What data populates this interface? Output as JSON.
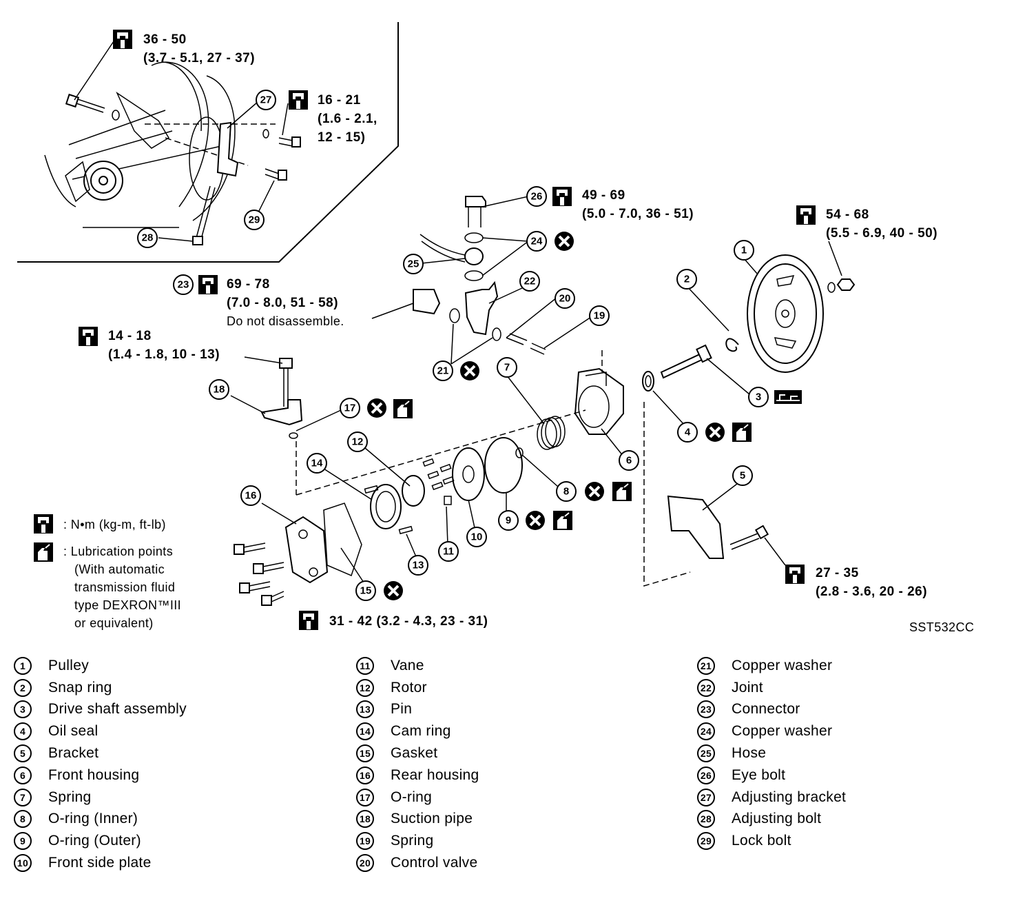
{
  "torque_specs": {
    "t28": {
      "line1": "36 - 50",
      "line2": "(3.7 - 5.1, 27 - 37)"
    },
    "t29": {
      "line1": "16 - 21",
      "line2": "(1.6 - 2.1,",
      "line3": "12 - 15)"
    },
    "t26": {
      "line1": "49 - 69",
      "line2": "(5.0 - 7.0, 36 - 51)"
    },
    "t1": {
      "line1": "54 - 68",
      "line2": "(5.5 - 6.9, 40 - 50)"
    },
    "t23": {
      "line1": "69 - 78",
      "line2": "(7.0 - 8.0, 51 - 58)",
      "note": "Do not disassemble."
    },
    "t18": {
      "line1": "14 - 18",
      "line2": "(1.4 - 1.8, 10 - 13)"
    },
    "t5": {
      "line1": "27 - 35",
      "line2": "(2.8 - 3.6, 20 - 26)"
    },
    "t16": {
      "line1": "31 - 42 (3.2 - 4.3, 23 - 31)"
    }
  },
  "legend": {
    "torque": ": N•m (kg-m, ft-lb)",
    "lube1": ": Lubrication points",
    "lube2": "(With automatic",
    "lube3": "transmission fluid",
    "lube4": "type DEXRON™III",
    "lube5": "or equivalent)"
  },
  "figure_code": "SST532CC",
  "parts": [
    {
      "no": "1",
      "name": "Pulley"
    },
    {
      "no": "2",
      "name": "Snap ring"
    },
    {
      "no": "3",
      "name": "Drive shaft assembly"
    },
    {
      "no": "4",
      "name": "Oil seal"
    },
    {
      "no": "5",
      "name": "Bracket"
    },
    {
      "no": "6",
      "name": "Front housing"
    },
    {
      "no": "7",
      "name": "Spring"
    },
    {
      "no": "8",
      "name": "O-ring (Inner)"
    },
    {
      "no": "9",
      "name": "O-ring (Outer)"
    },
    {
      "no": "10",
      "name": "Front side plate"
    },
    {
      "no": "11",
      "name": "Vane"
    },
    {
      "no": "12",
      "name": "Rotor"
    },
    {
      "no": "13",
      "name": "Pin"
    },
    {
      "no": "14",
      "name": "Cam ring"
    },
    {
      "no": "15",
      "name": "Gasket"
    },
    {
      "no": "16",
      "name": "Rear housing"
    },
    {
      "no": "17",
      "name": "O-ring"
    },
    {
      "no": "18",
      "name": "Suction pipe"
    },
    {
      "no": "19",
      "name": "Spring"
    },
    {
      "no": "20",
      "name": "Control valve"
    },
    {
      "no": "21",
      "name": "Copper washer"
    },
    {
      "no": "22",
      "name": "Joint"
    },
    {
      "no": "23",
      "name": "Connector"
    },
    {
      "no": "24",
      "name": "Copper washer"
    },
    {
      "no": "25",
      "name": "Hose"
    },
    {
      "no": "26",
      "name": "Eye bolt"
    },
    {
      "no": "27",
      "name": "Adjusting bracket"
    },
    {
      "no": "28",
      "name": "Adjusting bolt"
    },
    {
      "no": "29",
      "name": "Lock bolt"
    }
  ]
}
